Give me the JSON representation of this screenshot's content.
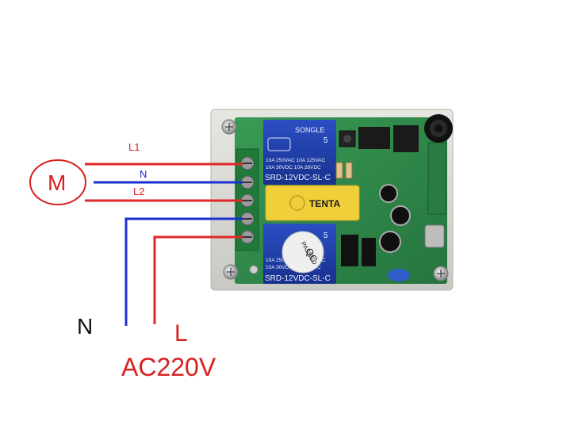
{
  "colors": {
    "hot": "#e0282a",
    "neutral": "#1a2fd0",
    "motor": "#d82020",
    "black_text": "#111111",
    "board_green": "#2e8a4a",
    "case": "#d9d9d4",
    "relay_blue": "#1f3fae",
    "capacitor_yellow": "#f1cf3b"
  },
  "motor": {
    "label": "M"
  },
  "wires": {
    "l1": "L1",
    "n": "N",
    "l2": "L2"
  },
  "supply": {
    "neutral_label": "N",
    "live_label": "L",
    "voltage_label": "AC220V"
  },
  "board": {
    "relay_top": {
      "brand": "SONGLE",
      "spec_line1": "10A 250VAC  10A 125VAC",
      "spec_line2": "10A  30VDC  10A  28VDC",
      "model": "SRD-12VDC-SL-C",
      "pins": "5"
    },
    "relay_bottom": {
      "spec_line1": "10A 250VAC  10A 125VAC",
      "spec_line2": "10A  30VDC  10A  28VDC",
      "model": "SRD-12VDC-SL-C",
      "pins": "5"
    },
    "capacitor_text": "TENTA",
    "qc_sticker": {
      "line1": "QC",
      "line2": "PASSED"
    }
  }
}
